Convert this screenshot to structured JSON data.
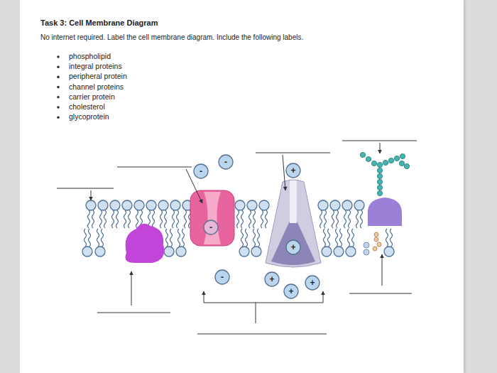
{
  "diagram": {
    "title": "Task 3: Cell Membrane Diagram",
    "nodes": [
      {
        "text": [
          "-"
        ]
      },
      {
        "text": [
          "+"
        ]
      },
      {
        "text": [
          "-"
        ]
      },
      {
        "text": [
          "-"
        ]
      },
      {
        "text": [
          "+"
        ]
      },
      {
        "text": [
          "-"
        ]
      },
      {
        "text": [
          "+"
        ]
      },
      {
        "text": [
          "+"
        ]
      },
      {
        "text": [
          "+"
        ]
      }
    ],
    "labels": [
      "No internet required. Label the cell membrane diagram. Include the following labels.",
      "phospholipid",
      "integral proteins",
      "peripheral protein",
      "channel proteins",
      "carrier protein",
      "cholesterol",
      "glycoprotein"
    ]
  }
}
